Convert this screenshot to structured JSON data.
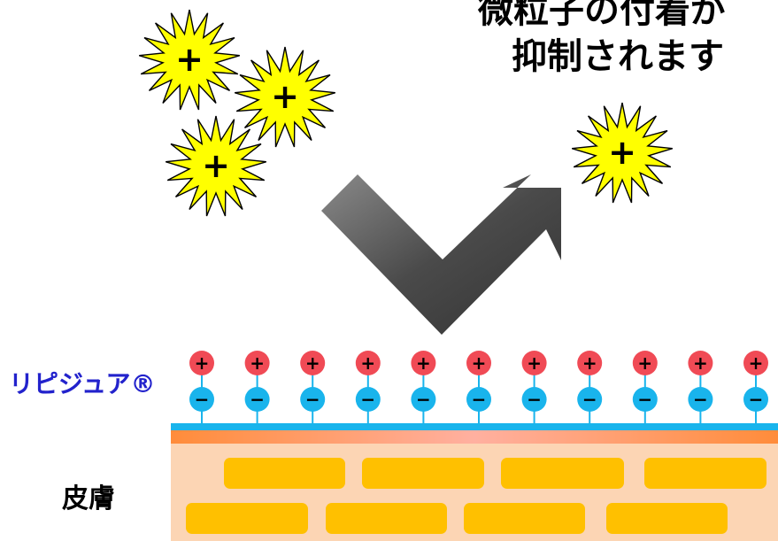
{
  "headline": {
    "line1": "微粒子の付着が",
    "line2": "抑制されます"
  },
  "labels": {
    "brand": "リピジュア®",
    "skin": "皮膚"
  },
  "symbols": {
    "positive": "+",
    "negative": "−"
  },
  "colors": {
    "particle_fill": "#ffff00",
    "positive_ion": "#f04a55",
    "negative_ion": "#19b4ec",
    "film_line": "#19b4ec",
    "skin_surface": "#ff8c3a",
    "skin_body": "#fcd5b4",
    "skin_cells": "#ffc000",
    "arrow": "#4a4a4a",
    "brand_text": "#2222cc"
  },
  "icons": [
    "charged-particle-icon",
    "bounce-arrow-icon",
    "zwitterion-icon"
  ]
}
